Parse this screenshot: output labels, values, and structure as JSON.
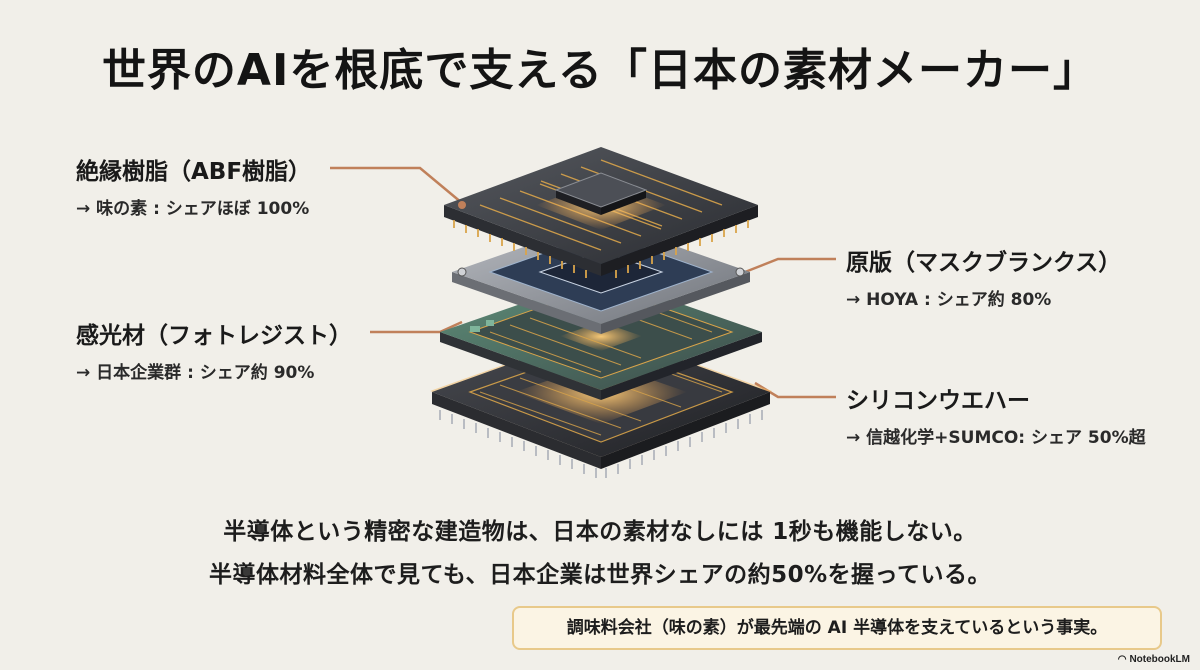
{
  "title": "世界のAIを根底で支える「日本の素材メーカー」",
  "labels": {
    "abf": {
      "name": "絶縁樹脂（ABF樹脂）",
      "desc": "→ 味の素 : シェアほぼ 100%"
    },
    "photoresist": {
      "name": "感光材（フォトレジスト）",
      "desc": "→ 日本企業群 : シェア約 90%"
    },
    "mask": {
      "name": "原版（マスクブランクス）",
      "desc": "→ HOYA : シェア約 80%"
    },
    "wafer": {
      "name": "シリコンウエハー",
      "desc": "→ 信越化学+SUMCO: シェア 50%超"
    }
  },
  "summary": {
    "line1": "半導体という精密な建造物は、日本の素材なしには 1秒も機能しない。",
    "line2": "半導体材料全体で見ても、日本企業は世界シェアの約50%を握っている。"
  },
  "fact": "調味料会社（味の素）が最先端の AI 半導体を支えているという事実。",
  "brand": "NotebookLM",
  "colors": {
    "background": "#f1efe9",
    "leader_line": "#c0805a",
    "gold": "#d9a44a",
    "glow": "#f0a24a",
    "fact_border": "#e8c98a"
  }
}
